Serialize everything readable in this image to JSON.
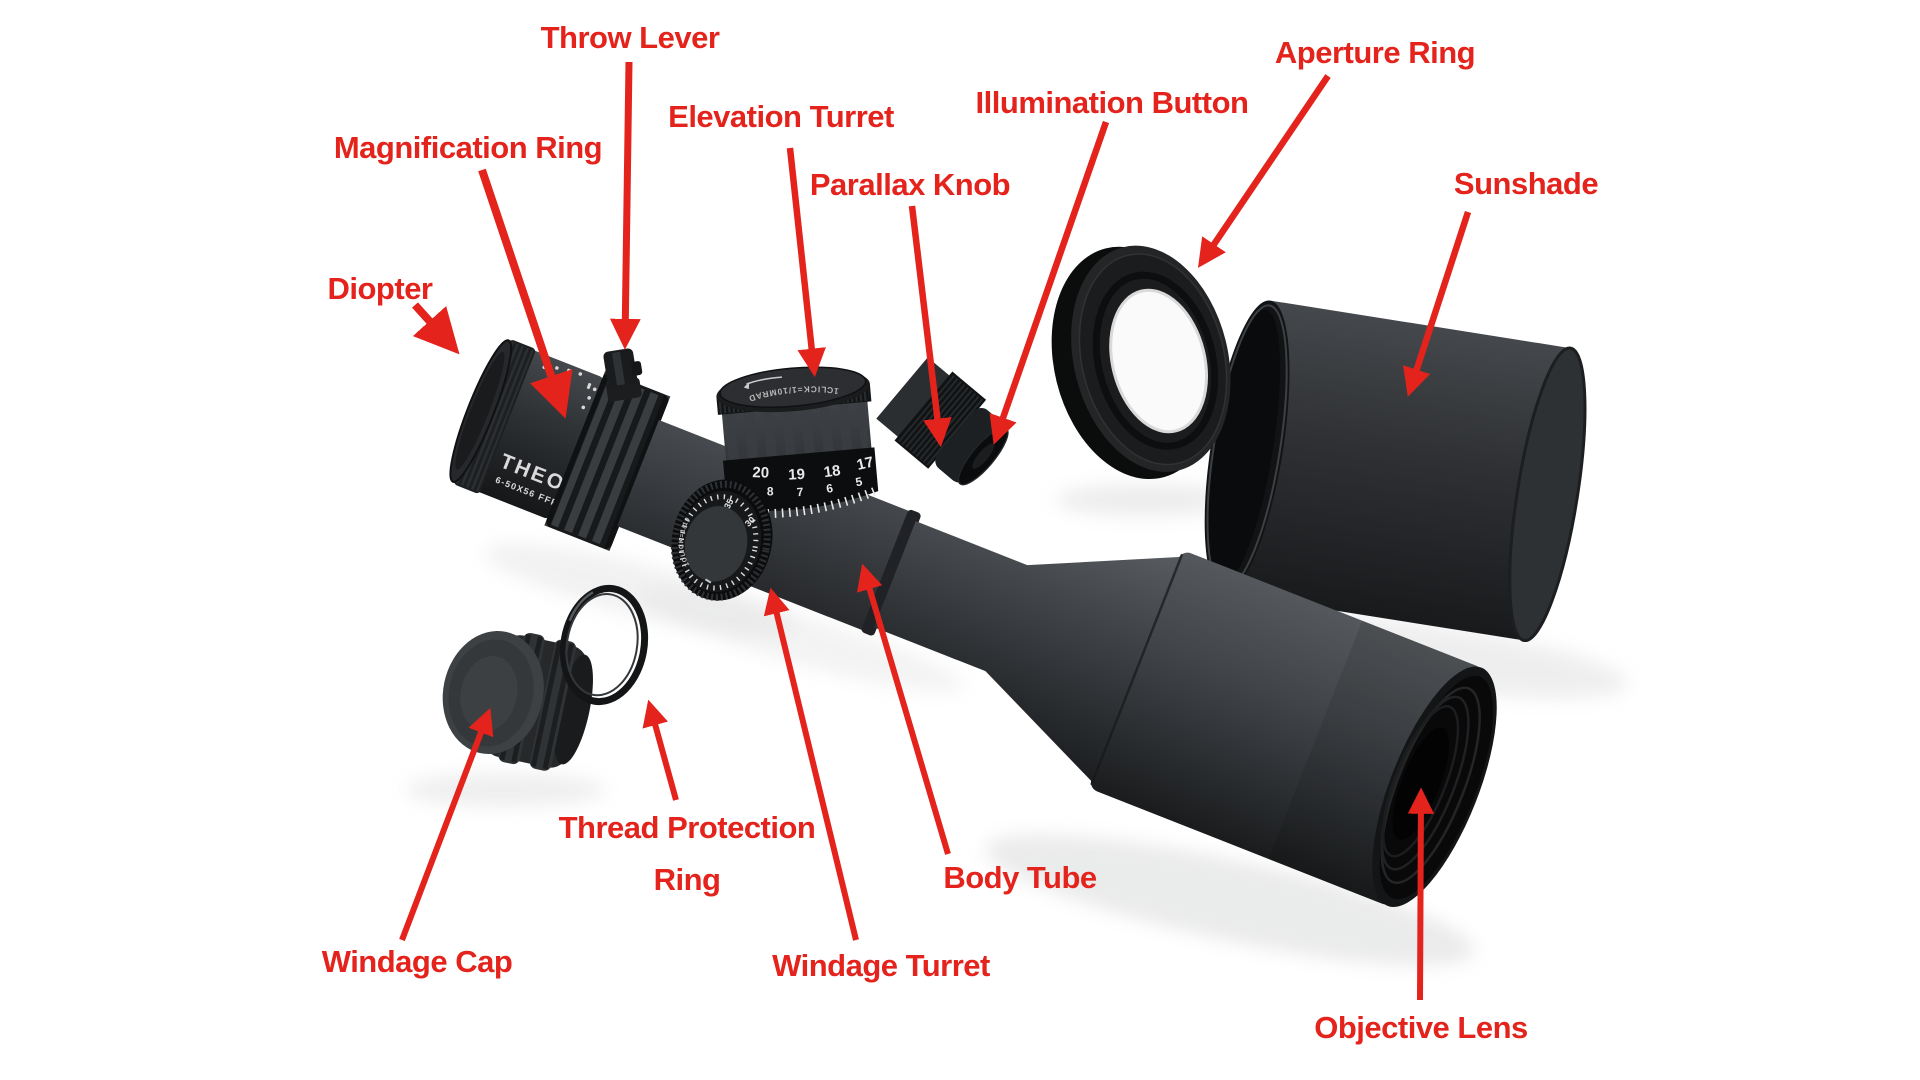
{
  "colors": {
    "background": "#ffffff",
    "label_red": "#e3231c",
    "scope_dark_gray": "#2b2d2f",
    "scope_light_gray": "#4a4e52"
  },
  "labels": {
    "throw_lever": "Throw Lever",
    "magnification_ring": "Magnification Ring",
    "elevation_turret": "Elevation Turret",
    "parallax_knob": "Parallax Knob",
    "illumination_button": "Illumination Button",
    "aperture_ring": "Aperture Ring",
    "sunshade": "Sunshade",
    "diopter": "Diopter",
    "thread_protection_ring_line1": "Thread Protection",
    "thread_protection_ring_line2": "Ring",
    "windage_cap": "Windage Cap",
    "windage_turret": "Windage Turret",
    "body_tube": "Body Tube",
    "objective_lens": "Objective Lens"
  },
  "scope": {
    "brand": "THEOS",
    "model": "6-50X56 FFP",
    "elevation_turret_cap_text": "1CLICK=1/10MRAD",
    "elevation_scale": {
      "row1": [
        "20",
        "19",
        "18",
        "17"
      ],
      "row2": [
        "8",
        "7",
        "6",
        "5"
      ]
    },
    "windage_turret_face_text": "1CLICK=1/10MRAD",
    "windage_scale": [
      "35",
      "30"
    ]
  }
}
